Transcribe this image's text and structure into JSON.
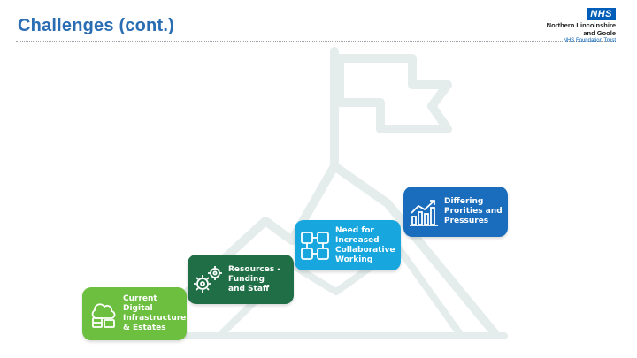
{
  "slide": {
    "title": "Challenges (cont.)"
  },
  "logo": {
    "badge": "NHS",
    "line1": "Northern Lincolnshire",
    "line2": "and Goole",
    "line3": "NHS Foundation Trust"
  },
  "cards": [
    {
      "label": "Current\nDigital\nInfrastructure\n& Estates",
      "color": "#6cbf3f",
      "icon": "cloud-server-icon"
    },
    {
      "label": "Resources -\nFunding\nand Staff",
      "color": "#1f6e45",
      "icon": "gears-icon"
    },
    {
      "label": "Need for\nIncreased\nCollaborative\nWorking",
      "color": "#17a7de",
      "icon": "handshake-puzzle-icon"
    },
    {
      "label": "Differing\nProrities and\nPressures",
      "color": "#1a6dbd",
      "icon": "growth-chart-icon"
    }
  ],
  "colors": {
    "title": "#2a6db3",
    "mountain": "#e4ecec"
  }
}
